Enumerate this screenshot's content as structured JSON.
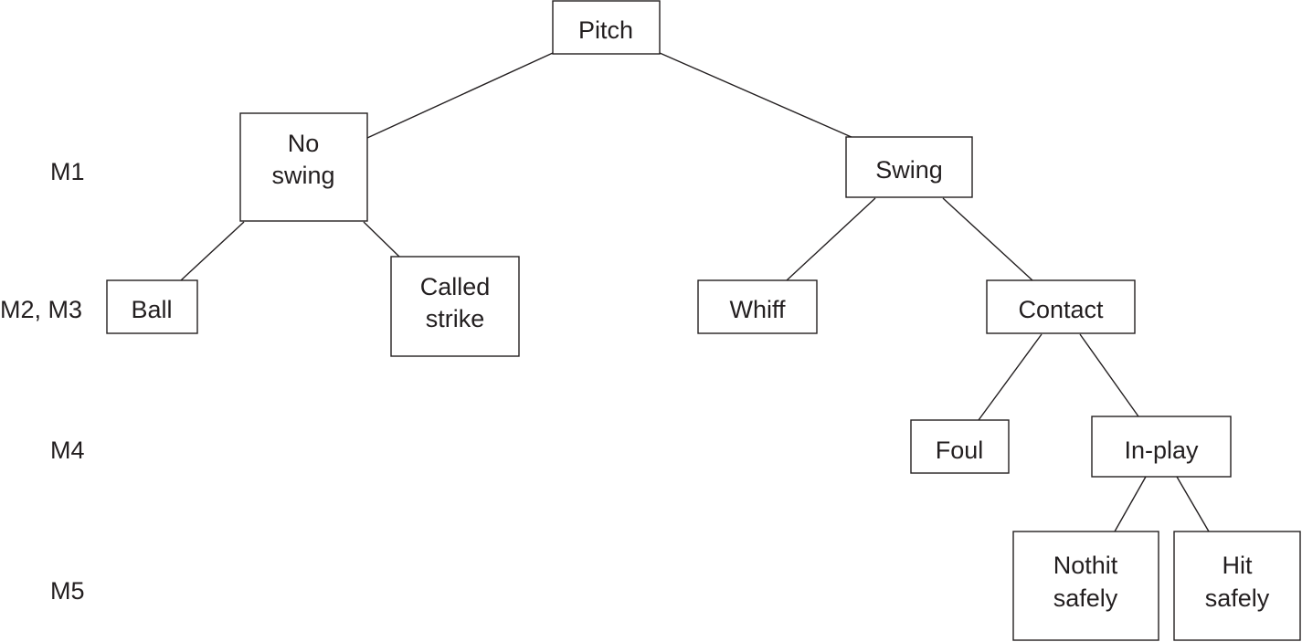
{
  "diagram": {
    "type": "tree",
    "levels": [
      "M1",
      "M2, M3",
      "M4",
      "M5"
    ],
    "nodes": {
      "pitch": {
        "lines": [
          "Pitch"
        ]
      },
      "no_swing": {
        "lines": [
          "No",
          "swing"
        ],
        "level": "M1"
      },
      "swing": {
        "lines": [
          "Swing"
        ],
        "level": "M1"
      },
      "ball": {
        "lines": [
          "Ball"
        ],
        "level": "M2, M3"
      },
      "called_strike": {
        "lines": [
          "Called",
          "strike"
        ],
        "level": "M2, M3"
      },
      "whiff": {
        "lines": [
          "Whiff"
        ],
        "level": "M2, M3"
      },
      "contact": {
        "lines": [
          "Contact"
        ],
        "level": "M2, M3"
      },
      "foul": {
        "lines": [
          "Foul"
        ],
        "level": "M4"
      },
      "in_play": {
        "lines": [
          "In-play"
        ],
        "level": "M4"
      },
      "nothit_safely": {
        "lines": [
          "Nothit",
          "safely"
        ],
        "level": "M5"
      },
      "hit_safely": {
        "lines": [
          "Hit",
          "safely"
        ],
        "level": "M5"
      }
    },
    "edges": [
      [
        "pitch",
        "no_swing"
      ],
      [
        "pitch",
        "swing"
      ],
      [
        "no_swing",
        "ball"
      ],
      [
        "no_swing",
        "called_strike"
      ],
      [
        "swing",
        "whiff"
      ],
      [
        "swing",
        "contact"
      ],
      [
        "contact",
        "foul"
      ],
      [
        "contact",
        "in_play"
      ],
      [
        "in_play",
        "nothit_safely"
      ],
      [
        "in_play",
        "hit_safely"
      ]
    ]
  }
}
